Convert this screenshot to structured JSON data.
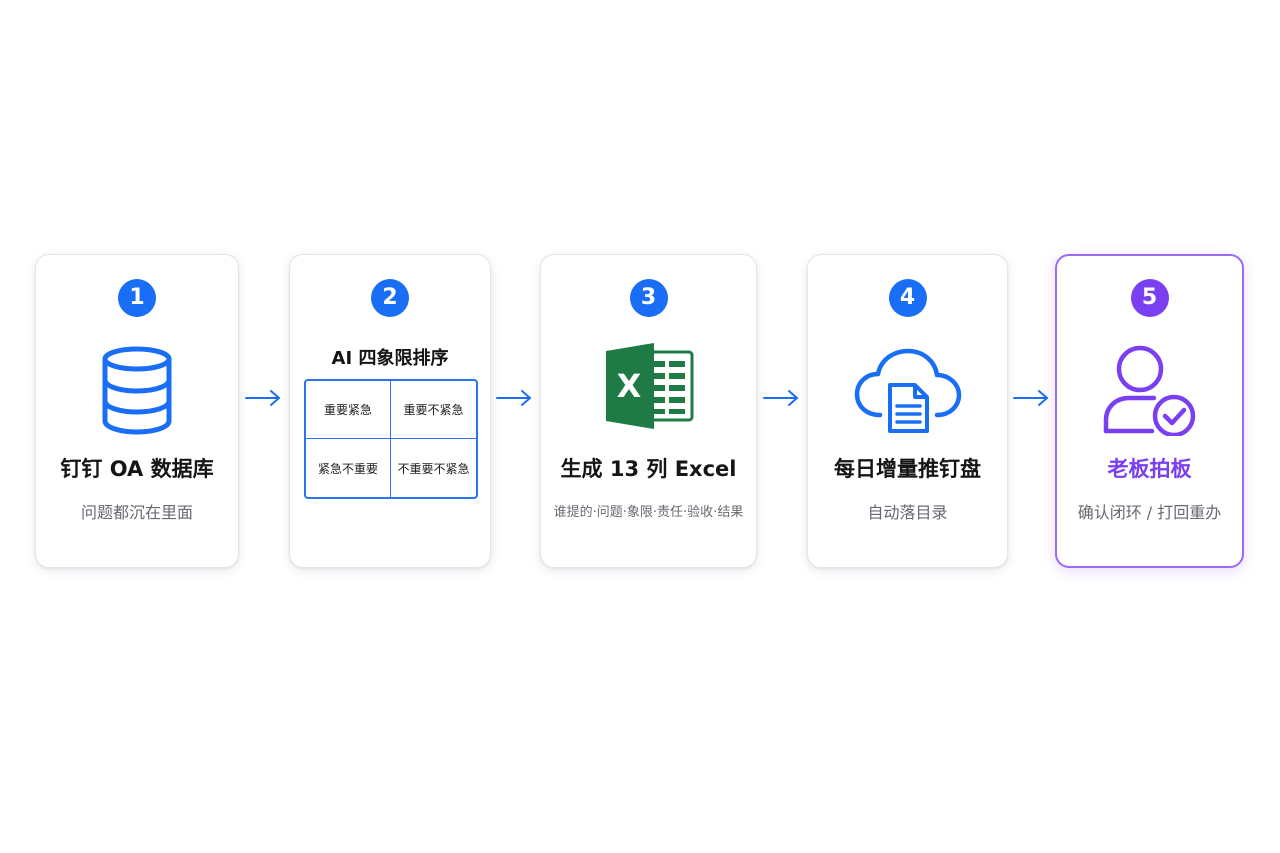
{
  "colors": {
    "accent_blue": "#1a6ef5",
    "accent_purple": "#7b3ff2",
    "excel_green": "#1e7b45",
    "card_border": "#e3e5ea"
  },
  "steps": [
    {
      "number": "1",
      "icon": "database-icon",
      "title": "钉钉 OA 数据库",
      "subtitle": "问题都沉在里面"
    },
    {
      "number": "2",
      "icon": "quadrant-grid",
      "title": "AI 四象限排序",
      "quadrants": [
        "重要紧急",
        "重要不紧急",
        "紧急不重要",
        "不重要不紧急"
      ]
    },
    {
      "number": "3",
      "icon": "excel-icon",
      "icon_letter": "X",
      "title": "生成 13 列 Excel",
      "subtitle": "谁提的·问题·象限·责任·验收·结果"
    },
    {
      "number": "4",
      "icon": "cloud-document-icon",
      "title": "每日增量推钉盘",
      "subtitle": "自动落目录"
    },
    {
      "number": "5",
      "icon": "user-check-icon",
      "title": "老板拍板",
      "subtitle": "确认闭环 / 打回重办"
    }
  ]
}
